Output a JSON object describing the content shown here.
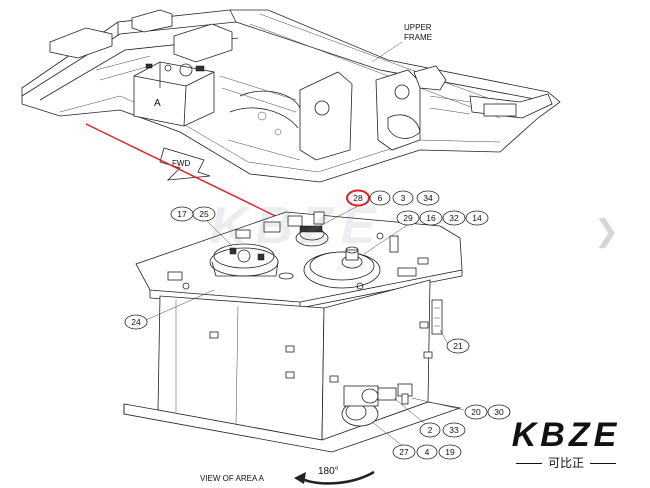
{
  "labels": {
    "upper_frame_line1": "UPPER",
    "upper_frame_line2": "FRAME",
    "area_letter": "A",
    "fwd": "FWD",
    "view_caption": "VIEW OF AREA A",
    "rotation": "180°"
  },
  "callouts": {
    "c28": "28",
    "c6": "6",
    "c3": "3",
    "c34": "34",
    "c17": "17",
    "c25": "25",
    "c29": "29",
    "c16": "16",
    "c32": "32",
    "c14": "14",
    "c24": "24",
    "c21": "21",
    "c20": "20",
    "c30": "30",
    "c2": "2",
    "c33": "33",
    "c27": "27",
    "c4": "4",
    "c19": "19"
  },
  "brand": {
    "mark": "KBZE",
    "sub": "可比正"
  },
  "watermark": {
    "text": "KBZE"
  },
  "colors": {
    "highlight": "#e02020",
    "line": "#222222"
  },
  "icons": {
    "next": "chevron-right-icon"
  }
}
